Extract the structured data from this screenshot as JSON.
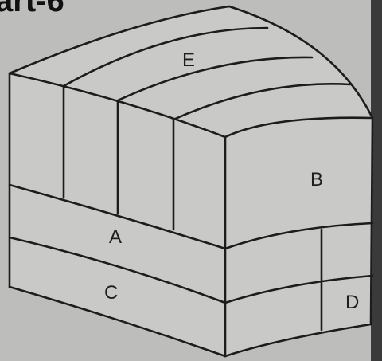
{
  "heading": {
    "text": "art-6"
  },
  "labels": {
    "A": "A",
    "B": "B",
    "C": "C",
    "D": "D",
    "E": "E"
  },
  "colors": {
    "background": "#bdbebc",
    "face": "#c9cac8",
    "line": "#1c1c1c",
    "dark_edge": "#3a3a3a"
  }
}
